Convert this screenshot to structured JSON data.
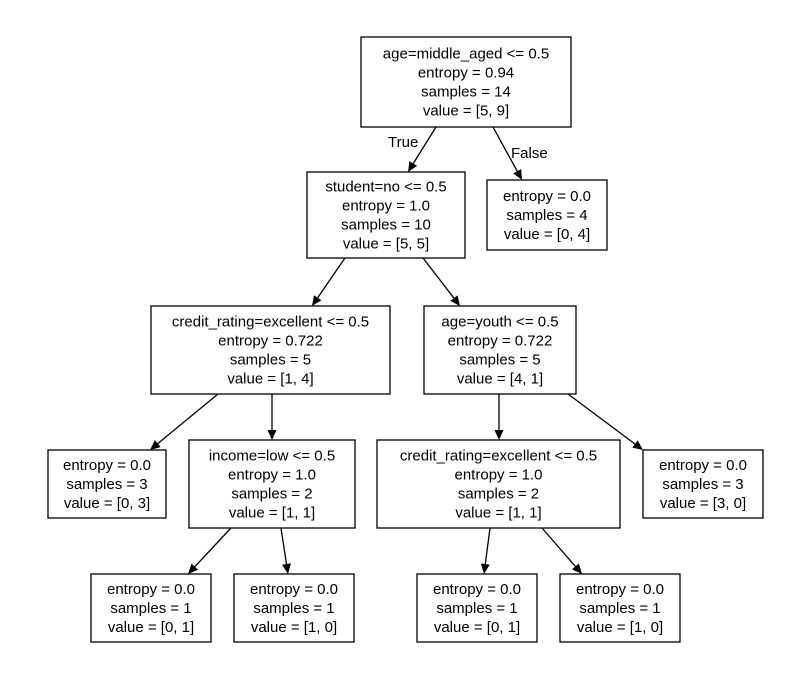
{
  "diagram": {
    "type": "decision-tree",
    "nodes": [
      {
        "id": "n0",
        "lines": [
          "age=middle_aged <= 0.5",
          "entropy = 0.94",
          "samples = 14",
          "value = [5, 9]"
        ]
      },
      {
        "id": "n1",
        "lines": [
          "student=no <= 0.5",
          "entropy = 1.0",
          "samples = 10",
          "value = [5, 5]"
        ]
      },
      {
        "id": "n2",
        "lines": [
          "entropy = 0.0",
          "samples = 4",
          "value = [0, 4]"
        ]
      },
      {
        "id": "n3",
        "lines": [
          "credit_rating=excellent <= 0.5",
          "entropy = 0.722",
          "samples = 5",
          "value = [1, 4]"
        ]
      },
      {
        "id": "n4",
        "lines": [
          "age=youth <= 0.5",
          "entropy = 0.722",
          "samples = 5",
          "value = [4, 1]"
        ]
      },
      {
        "id": "n5",
        "lines": [
          "entropy = 0.0",
          "samples = 3",
          "value = [0, 3]"
        ]
      },
      {
        "id": "n6",
        "lines": [
          "income=low <= 0.5",
          "entropy = 1.0",
          "samples = 2",
          "value = [1, 1]"
        ]
      },
      {
        "id": "n7",
        "lines": [
          "credit_rating=excellent <= 0.5",
          "entropy = 1.0",
          "samples = 2",
          "value = [1, 1]"
        ]
      },
      {
        "id": "n8",
        "lines": [
          "entropy = 0.0",
          "samples = 3",
          "value = [3, 0]"
        ]
      },
      {
        "id": "n9",
        "lines": [
          "entropy = 0.0",
          "samples = 1",
          "value = [0, 1]"
        ]
      },
      {
        "id": "n10",
        "lines": [
          "entropy = 0.0",
          "samples = 1",
          "value = [1, 0]"
        ]
      },
      {
        "id": "n11",
        "lines": [
          "entropy = 0.0",
          "samples = 1",
          "value = [0, 1]"
        ]
      },
      {
        "id": "n12",
        "lines": [
          "entropy = 0.0",
          "samples = 1",
          "value = [1, 0]"
        ]
      }
    ],
    "edges": [
      {
        "from": "n0",
        "to": "n1",
        "label": "True"
      },
      {
        "from": "n0",
        "to": "n2",
        "label": "False"
      },
      {
        "from": "n1",
        "to": "n3",
        "label": ""
      },
      {
        "from": "n1",
        "to": "n4",
        "label": ""
      },
      {
        "from": "n3",
        "to": "n5",
        "label": ""
      },
      {
        "from": "n3",
        "to": "n6",
        "label": ""
      },
      {
        "from": "n4",
        "to": "n7",
        "label": ""
      },
      {
        "from": "n4",
        "to": "n8",
        "label": ""
      },
      {
        "from": "n6",
        "to": "n9",
        "label": ""
      },
      {
        "from": "n6",
        "to": "n10",
        "label": ""
      },
      {
        "from": "n7",
        "to": "n11",
        "label": ""
      },
      {
        "from": "n7",
        "to": "n12",
        "label": ""
      }
    ]
  }
}
